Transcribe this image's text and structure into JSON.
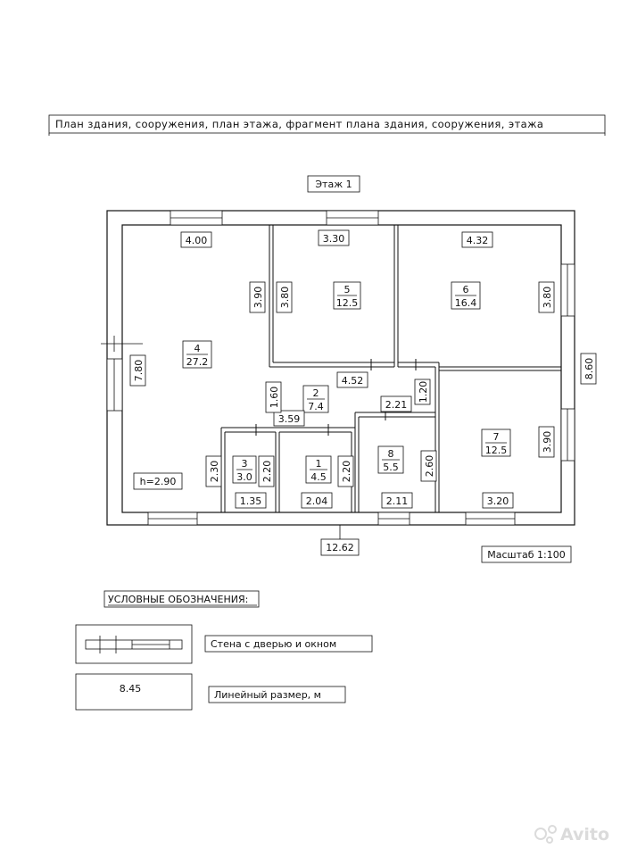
{
  "header": {
    "title": "План здания, сооружения, план этажа, фрагмент плана здания, сооружения, этажа"
  },
  "floor": {
    "label": "Этаж 1"
  },
  "scale": {
    "label": "Масштаб 1:100"
  },
  "height": {
    "label": "h=2.90"
  },
  "rooms": [
    {
      "number": "1",
      "area": "4.5"
    },
    {
      "number": "2",
      "area": "7.4"
    },
    {
      "number": "3",
      "area": "3.0"
    },
    {
      "number": "4",
      "area": "27.2"
    },
    {
      "number": "5",
      "area": "12.5"
    },
    {
      "number": "6",
      "area": "16.4"
    },
    {
      "number": "7",
      "area": "12.5"
    },
    {
      "number": "8",
      "area": "5.5"
    }
  ],
  "dimensions": {
    "r4_top": "4.00",
    "r5_top": "3.30",
    "r6_top": "4.32",
    "r4_right": "3.90",
    "r5_left": "3.80",
    "r6_right": "3.80",
    "left_total": "7.80",
    "right_total": "8.60",
    "hall_width": "4.52",
    "hall_ext": "1.20",
    "corridor_h": "1.60",
    "corridor_w": "3.59",
    "r8_top": "2.21",
    "r8_side": "2.60",
    "r7_side": "3.90",
    "r7_bottom": "3.20",
    "r3_left": "2.30",
    "r3_right": "2.20",
    "r1_right": "2.20",
    "r3_bottom": "1.35",
    "r1_bottom": "2.04",
    "r8_bottom": "2.11",
    "total_width": "12.62"
  },
  "legend": {
    "title": "УСЛОВНЫЕ ОБОЗНАЧЕНИЯ:",
    "wall_label": "Стена с дверью и окном",
    "dim_sample": "8.45",
    "dim_label": "Линейный размер, м"
  },
  "watermark": {
    "text": "Avito"
  }
}
